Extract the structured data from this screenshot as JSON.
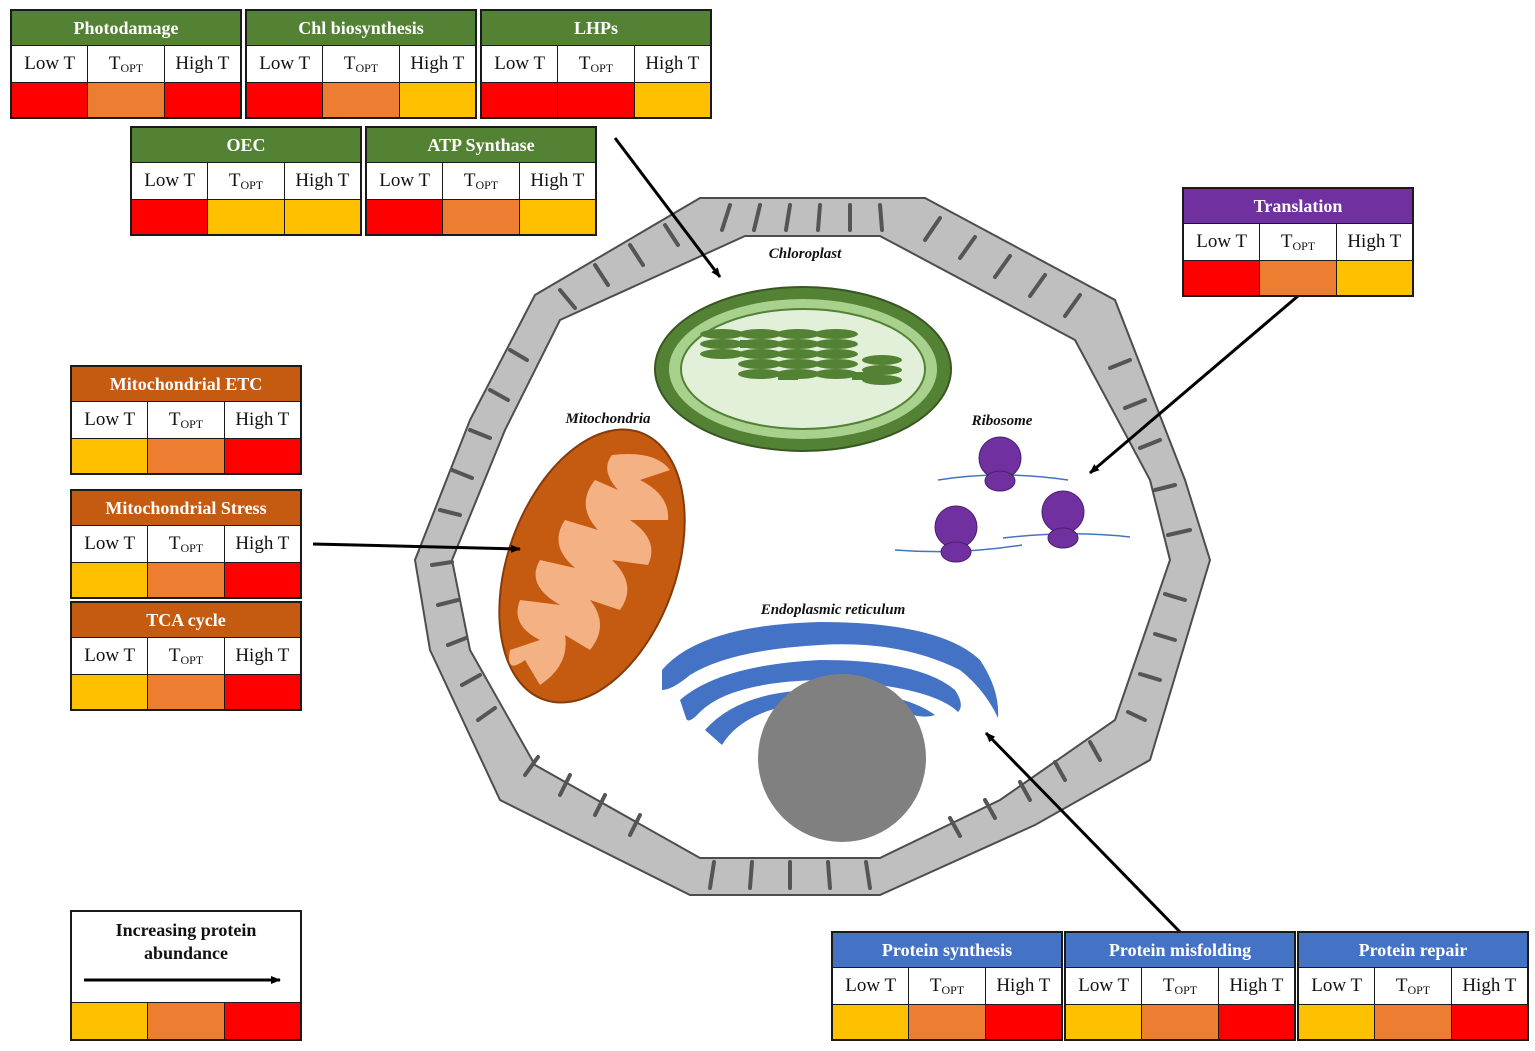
{
  "colors": {
    "low": "#ffc000",
    "medium": "#ed7d31",
    "high": "#ff0000",
    "chloroplast_header": "#548235",
    "mitochondria_header": "#c55a11",
    "ribosome_header": "#7030a0",
    "er_header": "#4472c4"
  },
  "column_labels": {
    "low": "Low T",
    "opt_main": "T",
    "opt_sub": "OPT",
    "high": "High T"
  },
  "organelles": {
    "chloroplast": "Chloroplast",
    "mitochondria": "Mitochondria",
    "ribosome": "Ribosome",
    "er": "Endoplasmic reticulum"
  },
  "tables": [
    {
      "id": "photodamage",
      "title": "Photodamage",
      "header": "chloroplast_header",
      "levels": [
        "high",
        "medium",
        "high"
      ]
    },
    {
      "id": "chl-biosynthesis",
      "title": "Chl biosynthesis",
      "header": "chloroplast_header",
      "levels": [
        "high",
        "medium",
        "low"
      ]
    },
    {
      "id": "lhps",
      "title": "LHPs",
      "header": "chloroplast_header",
      "levels": [
        "high",
        "high",
        "low"
      ]
    },
    {
      "id": "oec",
      "title": "OEC",
      "header": "chloroplast_header",
      "levels": [
        "high",
        "low",
        "low"
      ]
    },
    {
      "id": "atp-synthase",
      "title": "ATP Synthase",
      "header": "chloroplast_header",
      "levels": [
        "high",
        "medium",
        "low"
      ]
    },
    {
      "id": "translation",
      "title": "Translation",
      "header": "ribosome_header",
      "levels": [
        "high",
        "medium",
        "low"
      ]
    },
    {
      "id": "mitochondrial-etc",
      "title": "Mitochondrial ETC",
      "header": "mitochondria_header",
      "levels": [
        "low",
        "medium",
        "high"
      ]
    },
    {
      "id": "mitochondrial-stress",
      "title": "Mitochondrial Stress",
      "header": "mitochondria_header",
      "levels": [
        "low",
        "medium",
        "high"
      ]
    },
    {
      "id": "tca-cycle",
      "title": "TCA cycle",
      "header": "mitochondria_header",
      "levels": [
        "low",
        "medium",
        "high"
      ]
    },
    {
      "id": "protein-synthesis",
      "title": "Protein synthesis",
      "header": "er_header",
      "levels": [
        "low",
        "medium",
        "high"
      ]
    },
    {
      "id": "protein-misfolding",
      "title": "Protein misfolding",
      "header": "er_header",
      "levels": [
        "low",
        "medium",
        "high"
      ]
    },
    {
      "id": "protein-repair",
      "title": "Protein repair",
      "header": "er_header",
      "levels": [
        "low",
        "medium",
        "high"
      ]
    }
  ],
  "legend": {
    "title": "Increasing protein abundance",
    "scale": [
      "low",
      "medium",
      "high"
    ]
  }
}
